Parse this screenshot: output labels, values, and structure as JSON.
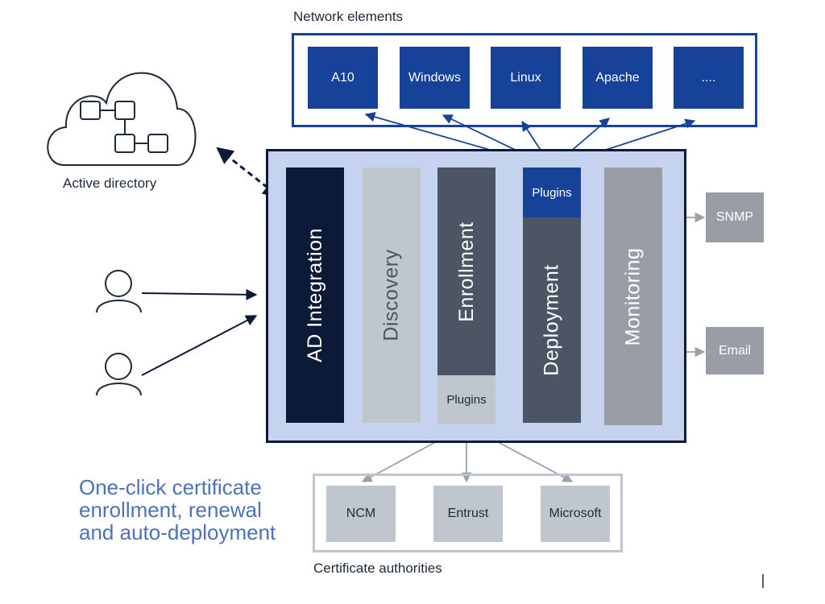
{
  "network": {
    "title": "Network elements",
    "items": [
      "A10",
      "Windows",
      "Linux",
      "Apache",
      "...."
    ]
  },
  "active_directory": {
    "label": "Active directory"
  },
  "modules": {
    "ad_integration": "AD Integration",
    "discovery": "Discovery",
    "enrollment": "Enrollment",
    "deployment": "Deployment",
    "monitoring": "Monitoring",
    "enrollment_plugins": "Plugins",
    "deployment_plugins": "Plugins"
  },
  "outputs": {
    "snmp": "SNMP",
    "email": "Email"
  },
  "certificate_authorities": {
    "title": "Certificate authorities",
    "items": [
      "NCM",
      "Entrust",
      "Microsoft"
    ]
  },
  "tagline": {
    "line1": "One-click certificate",
    "line2": "enrollment, renewal",
    "line3": "and auto-deployment"
  },
  "colors": {
    "network_box": "#17429a",
    "main_panel": "#c5d3ee",
    "ad_integration": "#0c1a38",
    "discovery": "#c0c6ce",
    "enrollment": "#4b5563",
    "deployment": "#4b5563",
    "monitoring": "#999ea6",
    "tagline": "#4d72b8"
  }
}
